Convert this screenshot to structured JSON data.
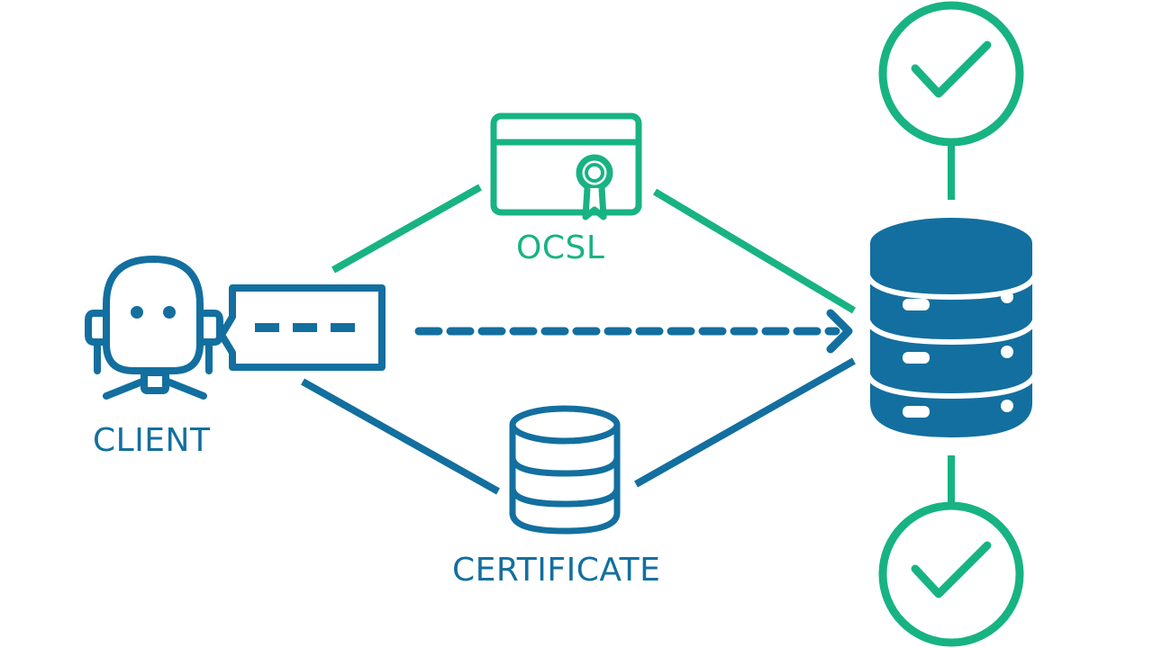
{
  "labels": {
    "client": "CLIENT",
    "ocsl": "OCSL",
    "certificate": "CERTIFICATE"
  },
  "colors": {
    "teal": "#18b383",
    "blue": "#136f9f",
    "background": "#ffffff"
  },
  "icons": {
    "client": "robot-head-icon",
    "token": "dashed-tag-icon",
    "ocsl": "certificate-document-icon",
    "certificate": "database-icon",
    "server": "server-stack-icon",
    "status_top": "check-circle-icon",
    "status_bottom": "check-circle-icon"
  }
}
